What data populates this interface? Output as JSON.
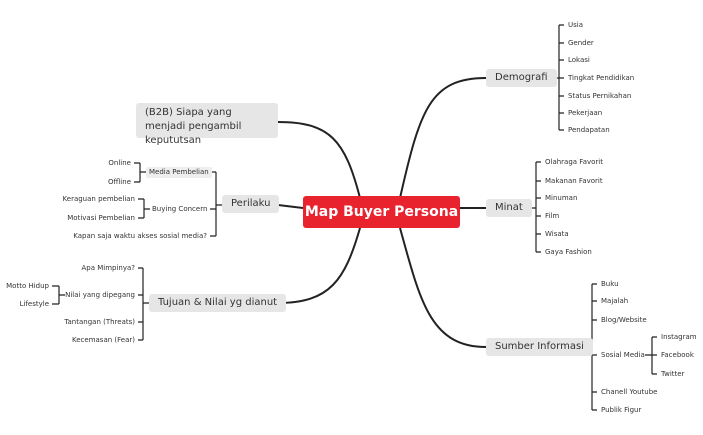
{
  "central": "Map Buyer Persona",
  "demografi": {
    "label": "Demografi",
    "items": [
      "Usia",
      "Gender",
      "Lokasi",
      "Tingkat Pendidikan",
      "Status Pernikahan",
      "Pekerjaan",
      "Pendapatan"
    ]
  },
  "minat": {
    "label": "Minat",
    "items": [
      "Olahraga Favorit",
      "Makanan Favorit",
      "Minuman",
      "Film",
      "Wisata",
      "Gaya Fashion"
    ]
  },
  "sumber": {
    "label": "Sumber Informasi",
    "items": [
      "Buku",
      "Majalah",
      "Blog/Website",
      "Sosial Media",
      "Chanell Youtube",
      "Publik Figur"
    ],
    "sosial": [
      "Instagram",
      "Facebook",
      "Twitter"
    ]
  },
  "b2b": {
    "label": "(B2B) Siapa yang menjadi pengambil kepututsan"
  },
  "perilaku": {
    "label": "Perilaku",
    "media": "Media Pembelian",
    "media_items": [
      "Online",
      "Offline"
    ],
    "buying": "Buying Concern",
    "buying_items": [
      "Keraguan pembelian",
      "Motivasi Pembelian"
    ],
    "kapan": "Kapan saja waktu akses sosial media?"
  },
  "tujuan": {
    "label": "Tujuan & Nilai yg dianut",
    "items": [
      "Apa Mimpinya?",
      "Nilai yang dipegang",
      "Tantangan (Threats)",
      "Kecemasan (Fear)"
    ],
    "nilai_items": [
      "Motto Hidup",
      "Lifestyle"
    ]
  },
  "colors": {
    "central": "#e8232e",
    "node": "#e6e6e6",
    "line": "#222222"
  }
}
